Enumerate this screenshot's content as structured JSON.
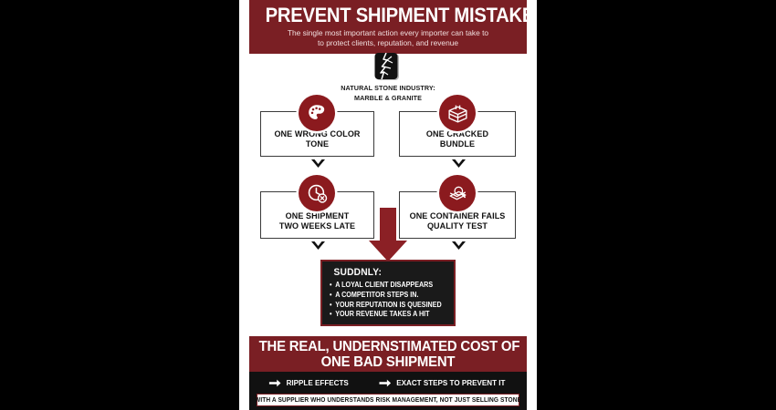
{
  "header": {
    "title": "PREVENT SHIPMENT MISTAKES",
    "subtitle_line1": "The single most important action every importer can take to",
    "subtitle_line2": "to protect clients, reputation, and revenue",
    "background_color": "#7a1f24"
  },
  "logo": {
    "icon": "cracked-stone-slab-icon",
    "line1": "NATURAL STONE INDUSTRY:",
    "line2": "MARBLE & GRANITE"
  },
  "flow": {
    "badge_color": "#8b1a1e",
    "boxes": [
      {
        "id": "wrong-color-tone",
        "icon": "paint-palette-icon",
        "label_line1": "ONE WRONG COLOR",
        "label_line2": "TONE"
      },
      {
        "id": "cracked-bundle",
        "icon": "crate-bundle-icon",
        "label_line1": "ONE CRACKED",
        "label_line2": "BUNDLE"
      },
      {
        "id": "shipment-late",
        "icon": "clock-error-icon",
        "label_line1": "ONE SHIPMENT",
        "label_line2": "TWO WEEKS LATE"
      },
      {
        "id": "quality-test-fail",
        "icon": "magnifier-document-icon",
        "label_line1": "ONE CONTAINER FAILS",
        "label_line2": "QUALITY TEST"
      }
    ]
  },
  "consequences": {
    "title": "SUDDNLY:",
    "items": [
      "A LOYAL CLIENT DISAPPEARS",
      "A COMPETITOR STEPS IN.",
      "YOUR REPUTATION IS QUESINED",
      "YOUR REVENUE TAKES A HIT"
    ]
  },
  "footer": {
    "headline_line1": "THE REAL, UNDERNSTIMATED COST OF",
    "headline_line2": "ONE BAD SHIPMENT",
    "items": [
      "RIPPLE EFFECTS",
      "EXACT STEPS TO PREVENT IT"
    ],
    "banner": "WITH A SUPPLIER WHO UNDERSTANDS RISK MANAGEMENT, NOT JUST SELLING STONE"
  }
}
